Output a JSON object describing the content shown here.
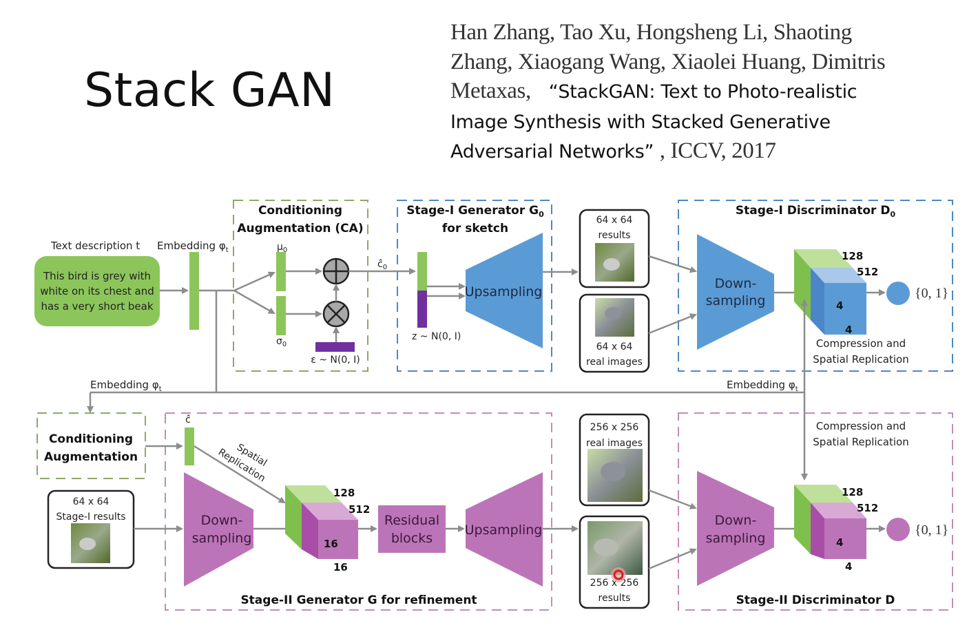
{
  "slide": {
    "title": "Stack GAN",
    "citation": {
      "authors_line1": "Han Zhang, Tao Xu, Hongsheng Li, Shaoting",
      "authors_line2": "Zhang, Xiaogang Wang, Xiaolei Huang, Dimitris",
      "authors_line3": "Metaxas,",
      "paper_title_line1": "“StackGAN: Text to Photo-realistic",
      "paper_title_line2": "Image Synthesis with Stacked Generative",
      "paper_title_line3": "Adversarial Networks”",
      "venue": ", ICCV, 2017"
    }
  },
  "colors": {
    "green": "#8cc65a",
    "green_light": "#bfe09a",
    "purple_bar": "#7030a0",
    "blue": "#5b9bd5",
    "blue_light": "#a9c8ea",
    "magenta": "#bc74b8",
    "magenta_light": "#d9a9d6",
    "arrow": "#8c8c8c",
    "dash_green": "#8aab62",
    "dash_blue": "#4f87c2",
    "dash_pink": "#c48bb8"
  },
  "diagram": {
    "text_description": {
      "label": "Text description t",
      "lines": [
        "This bird is grey with",
        "white on its chest and",
        "has a very short beak"
      ]
    },
    "embedding_label": "Embedding φ",
    "embedding_sub": "t",
    "ca_box": {
      "title_line1": "Conditioning",
      "title_line2": "Augmentation (CA)",
      "mu": "μ",
      "sigma": "σ",
      "sub0": "0",
      "epsilon": "ε ~ N(0, I)",
      "plus_symbol": "⊕",
      "times_symbol": "⊗"
    },
    "c0_hat": "ĉ",
    "c0_sub": "0",
    "stage1_gen": {
      "title_line1": "Stage-I Generator G",
      "title_sub": "0",
      "title_line2": "for sketch",
      "z_label": "z ~ N(0, I)",
      "upsampling": "Upsampling"
    },
    "stage1_results": {
      "line1": "64 x 64",
      "line2": "results"
    },
    "stage1_real": {
      "line1": "64 x 64",
      "line2": "real images"
    },
    "stage1_disc": {
      "title": "Stage-I Discriminator D",
      "title_sub": "0",
      "downsampling_line1": "Down-",
      "downsampling_line2": "sampling",
      "dim_128": "128",
      "dim_512": "512",
      "dim_4a": "4",
      "dim_4b": "4",
      "compression_line1": "Compression and",
      "compression_line2": "Spatial Replication",
      "output": "{0, 1}"
    },
    "embedding_left": "Embedding φ",
    "embedding_right": "Embedding φ",
    "ca2": {
      "line1": "Conditioning",
      "line2": "Augmentation"
    },
    "stage1_input": {
      "line1": "64 x 64",
      "line2": "Stage-I results"
    },
    "stage2_gen": {
      "c_hat": "ĉ",
      "spatial_line1": "Spatial",
      "spatial_line2": "Replication",
      "downsampling_line1": "Down-",
      "downsampling_line2": "sampling",
      "dim_128": "128",
      "dim_512": "512",
      "dim_16a": "16",
      "dim_16b": "16",
      "residual_line1": "Residual",
      "residual_line2": "blocks",
      "upsampling": "Upsampling",
      "title": "Stage-II Generator G for refinement"
    },
    "stage2_real": {
      "line1": "256 x 256",
      "line2": "real images"
    },
    "stage2_results": {
      "line1": "256 x 256",
      "line2": "results"
    },
    "stage2_disc": {
      "compression_line1": "Compression and",
      "compression_line2": "Spatial Replication",
      "downsampling_line1": "Down-",
      "downsampling_line2": "sampling",
      "dim_128": "128",
      "dim_512": "512",
      "dim_4a": "4",
      "dim_4b": "4",
      "output": "{0, 1}",
      "title": "Stage-II Discriminator D"
    }
  }
}
